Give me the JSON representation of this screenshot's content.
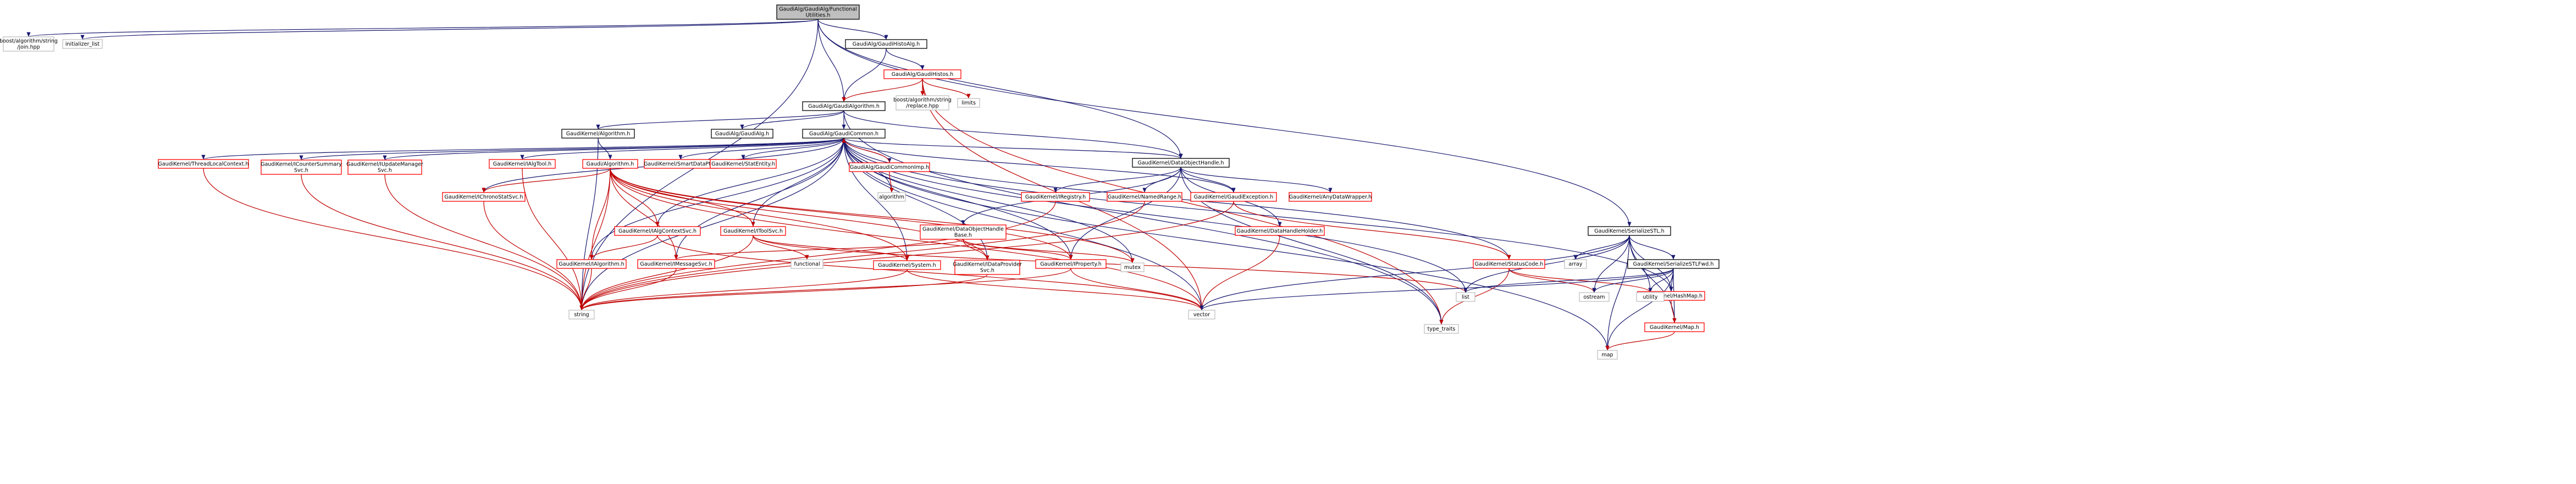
{
  "colors": {
    "background": "#ffffff",
    "root_fill": "#bfbfbf",
    "edge_default": "#191970",
    "edge_red": "#c00000",
    "edge_gray": "#888888",
    "box_black": "#000000",
    "box_red": "#ff0000",
    "box_gray": "#bfbfbf",
    "text": "#000000"
  },
  "graph": {
    "nodes": [
      {
        "id": "root",
        "lines": [
          "GaudiAlg/GaudiAlg/Functional",
          "Utilities.h"
        ],
        "style": "root"
      },
      {
        "id": "boost_json",
        "lines": [
          "boost/algorithm/string",
          "/join.hpp"
        ],
        "style": "gray"
      },
      {
        "id": "initlist",
        "lines": [
          "initializer_list"
        ],
        "style": "gray"
      },
      {
        "id": "histoalg",
        "lines": [
          "GaudiAlg/GaudiHistoAlg.h"
        ],
        "style": "black"
      },
      {
        "id": "gaudihistos",
        "lines": [
          "GaudiAlg/GaudiHistos.h"
        ],
        "style": "red"
      },
      {
        "id": "boost_replace",
        "lines": [
          "boost/algorithm/string",
          "/replace.hpp"
        ],
        "style": "gray"
      },
      {
        "id": "limits",
        "lines": [
          "limits"
        ],
        "style": "gray"
      },
      {
        "id": "gaudialgorithm",
        "lines": [
          "GaudiAlg/GaudiAlgorithm.h"
        ],
        "style": "black"
      },
      {
        "id": "gk_algorithm",
        "lines": [
          "GaudiKernel/Algorithm.h"
        ],
        "style": "black"
      },
      {
        "id": "gaudialg",
        "lines": [
          "GaudiAlg/GaudiAlg.h"
        ],
        "style": "black"
      },
      {
        "id": "gaudicommon",
        "lines": [
          "GaudiAlg/GaudiCommon.h"
        ],
        "style": "black"
      },
      {
        "id": "threadlocal",
        "lines": [
          "GaudiKernel/ThreadLocalContext.h"
        ],
        "style": "red"
      },
      {
        "id": "icountersummary",
        "lines": [
          "GaudiKernel/ICounterSummary",
          "Svc.h"
        ],
        "style": "red"
      },
      {
        "id": "iupdatemgr",
        "lines": [
          "GaudiKernel/IUpdateManager",
          "Svc.h"
        ],
        "style": "red"
      },
      {
        "id": "ialgtool",
        "lines": [
          "GaudiKernel/IAlgTool.h"
        ],
        "style": "red"
      },
      {
        "id": "gaudi_algorithm",
        "lines": [
          "Gaudi/Algorithm.h"
        ],
        "style": "red"
      },
      {
        "id": "smartdataptr",
        "lines": [
          "GaudiKernel/SmartDataPtr.h"
        ],
        "style": "red"
      },
      {
        "id": "statentity",
        "lines": [
          "GaudiKernel/StatEntity.h"
        ],
        "style": "red"
      },
      {
        "id": "commonimp",
        "lines": [
          "GaudiAlg/GaudiCommonImp.h"
        ],
        "style": "red"
      },
      {
        "id": "algorithm_std",
        "lines": [
          "algorithm"
        ],
        "style": "gray"
      },
      {
        "id": "dataobjecthandle",
        "lines": [
          "GaudiKernel/DataObjectHandle.h"
        ],
        "style": "black"
      },
      {
        "id": "ichronostat",
        "lines": [
          "GaudiKernel/IChronoStatSvc.h"
        ],
        "style": "red"
      },
      {
        "id": "ialgcontext",
        "lines": [
          "GaudiKernel/IAlgContextSvc.h"
        ],
        "style": "red"
      },
      {
        "id": "itoolsvc",
        "lines": [
          "GaudiKernel/IToolSvc.h"
        ],
        "style": "red"
      },
      {
        "id": "dohbase",
        "lines": [
          "GaudiKernel/DataObjectHandle",
          "Base.h"
        ],
        "style": "red"
      },
      {
        "id": "iregistry",
        "lines": [
          "GaudiKernel/IRegistry.h"
        ],
        "style": "red"
      },
      {
        "id": "namedrange",
        "lines": [
          "GaudiKernel/NamedRange.h"
        ],
        "style": "red"
      },
      {
        "id": "gaudiexception",
        "lines": [
          "GaudiKernel/GaudiException.h"
        ],
        "style": "red"
      },
      {
        "id": "anydatawrapper",
        "lines": [
          "GaudiKernel/AnyDataWrapper.h"
        ],
        "style": "red"
      },
      {
        "id": "datahandleholder",
        "lines": [
          "GaudiKernel/DataHandleHolder.h"
        ],
        "style": "red"
      },
      {
        "id": "ialgorithm",
        "lines": [
          "GaudiKernel/IAlgorithm.h"
        ],
        "style": "red"
      },
      {
        "id": "imessagesvc",
        "lines": [
          "GaudiKernel/IMessageSvc.h"
        ],
        "style": "red"
      },
      {
        "id": "functional",
        "lines": [
          "functional"
        ],
        "style": "gray"
      },
      {
        "id": "system",
        "lines": [
          "GaudiKernel/System.h"
        ],
        "style": "red"
      },
      {
        "id": "idataprovider",
        "lines": [
          "GaudiKernel/IDataProvider",
          "Svc.h"
        ],
        "style": "red"
      },
      {
        "id": "iproperty",
        "lines": [
          "GaudiKernel/IProperty.h"
        ],
        "style": "red"
      },
      {
        "id": "mutex",
        "lines": [
          "mutex"
        ],
        "style": "gray"
      },
      {
        "id": "statuscode",
        "lines": [
          "GaudiKernel/StatusCode.h"
        ],
        "style": "red"
      },
      {
        "id": "serializestl",
        "lines": [
          "GaudiKernel/SerializeSTL.h"
        ],
        "style": "black"
      },
      {
        "id": "array",
        "lines": [
          "array"
        ],
        "style": "gray"
      },
      {
        "id": "serializestlfwd",
        "lines": [
          "GaudiKernel/SerializeSTLFwd.h"
        ],
        "style": "black"
      },
      {
        "id": "hashmap",
        "lines": [
          "GaudiKernel/HashMap.h"
        ],
        "style": "red"
      },
      {
        "id": "gk_map",
        "lines": [
          "GaudiKernel/Map.h"
        ],
        "style": "red"
      },
      {
        "id": "string",
        "lines": [
          "string"
        ],
        "style": "gray"
      },
      {
        "id": "vector",
        "lines": [
          "vector"
        ],
        "style": "gray"
      },
      {
        "id": "type_traits",
        "lines": [
          "type_traits"
        ],
        "style": "gray"
      },
      {
        "id": "list",
        "lines": [
          "list"
        ],
        "style": "gray"
      },
      {
        "id": "ostream",
        "lines": [
          "ostream"
        ],
        "style": "gray"
      },
      {
        "id": "utility",
        "lines": [
          "utility"
        ],
        "style": "gray"
      },
      {
        "id": "map",
        "lines": [
          "map"
        ],
        "style": "gray"
      }
    ],
    "edges": [
      [
        "root",
        "boost_json"
      ],
      [
        "root",
        "initlist"
      ],
      [
        "root",
        "histoalg"
      ],
      [
        "root",
        "gaudialgorithm"
      ],
      [
        "root",
        "string"
      ],
      [
        "root",
        "dataobjecthandle"
      ],
      [
        "root",
        "serializestl"
      ],
      [
        "histoalg",
        "gaudihistos"
      ],
      [
        "histoalg",
        "gaudialgorithm"
      ],
      [
        "gaudihistos",
        "gaudialgorithm"
      ],
      [
        "gaudihistos",
        "boost_replace"
      ],
      [
        "gaudihistos",
        "limits"
      ],
      [
        "gaudihistos",
        "vector"
      ],
      [
        "gaudihistos",
        "type_traits"
      ],
      [
        "gaudialgorithm",
        "gk_algorithm"
      ],
      [
        "gaudialgorithm",
        "gaudialg"
      ],
      [
        "gaudialgorithm",
        "gaudicommon"
      ],
      [
        "gaudialgorithm",
        "dataobjecthandle"
      ],
      [
        "gaudialgorithm",
        "type_traits"
      ],
      [
        "gk_algorithm",
        "gaudi_algorithm"
      ],
      [
        "gk_algorithm",
        "string"
      ],
      [
        "gaudicommon",
        "threadlocal"
      ],
      [
        "gaudicommon",
        "icountersummary"
      ],
      [
        "gaudicommon",
        "iupdatemgr"
      ],
      [
        "gaudicommon",
        "ialgtool"
      ],
      [
        "gaudicommon",
        "smartdataptr"
      ],
      [
        "gaudicommon",
        "statentity"
      ],
      [
        "gaudicommon",
        "commonimp"
      ],
      [
        "gaudicommon",
        "algorithm_std"
      ],
      [
        "gaudicommon",
        "ichronostat"
      ],
      [
        "gaudicommon",
        "ialgcontext"
      ],
      [
        "gaudicommon",
        "itoolsvc"
      ],
      [
        "gaudicommon",
        "ialgorithm"
      ],
      [
        "gaudicommon",
        "imessagesvc"
      ],
      [
        "gaudicommon",
        "idataprovider"
      ],
      [
        "gaudicommon",
        "system"
      ],
      [
        "gaudicommon",
        "gaudiexception"
      ],
      [
        "gaudicommon",
        "statuscode"
      ],
      [
        "gaudicommon",
        "string"
      ],
      [
        "gaudicommon",
        "vector"
      ],
      [
        "gaudicommon",
        "map"
      ],
      [
        "gaudicommon",
        "list"
      ],
      [
        "gaudicommon",
        "mutex"
      ],
      [
        "gaudicommon",
        "hashmap"
      ],
      [
        "gaudicommon",
        "iproperty"
      ],
      [
        "gaudicommon",
        "dataobjecthandle"
      ],
      [
        "commonimp",
        "gaudicommon"
      ],
      [
        "commonimp",
        "algorithm_std"
      ],
      [
        "threadlocal",
        "string"
      ],
      [
        "icountersummary",
        "string"
      ],
      [
        "iupdatemgr",
        "string"
      ],
      [
        "ialgtool",
        "string"
      ],
      [
        "gaudi_algorithm",
        "ichronostat"
      ],
      [
        "gaudi_algorithm",
        "ialgcontext"
      ],
      [
        "gaudi_algorithm",
        "itoolsvc"
      ],
      [
        "gaudi_algorithm",
        "ialgorithm"
      ],
      [
        "gaudi_algorithm",
        "imessagesvc"
      ],
      [
        "gaudi_algorithm",
        "system"
      ],
      [
        "gaudi_algorithm",
        "idataprovider"
      ],
      [
        "gaudi_algorithm",
        "iproperty"
      ],
      [
        "gaudi_algorithm",
        "string"
      ],
      [
        "gaudi_algorithm",
        "vector"
      ],
      [
        "gaudi_algorithm",
        "mutex"
      ],
      [
        "ichronostat",
        "string"
      ],
      [
        "ialgcontext",
        "ialgorithm"
      ],
      [
        "ialgcontext",
        "vector"
      ],
      [
        "itoolsvc",
        "functional"
      ],
      [
        "itoolsvc",
        "system"
      ],
      [
        "itoolsvc",
        "string"
      ],
      [
        "itoolsvc",
        "list"
      ],
      [
        "dataobjecthandle",
        "dohbase"
      ],
      [
        "dataobjecthandle",
        "iregistry"
      ],
      [
        "dataobjecthandle",
        "namedrange"
      ],
      [
        "dataobjecthandle",
        "gaudiexception"
      ],
      [
        "dataobjecthandle",
        "anydatawrapper"
      ],
      [
        "dataobjecthandle",
        "datahandleholder"
      ],
      [
        "dataobjecthandle",
        "type_traits"
      ],
      [
        "dataobjecthandle",
        "iproperty"
      ],
      [
        "dohbase",
        "idataprovider"
      ],
      [
        "dohbase",
        "imessagesvc"
      ],
      [
        "dohbase",
        "iproperty"
      ],
      [
        "dohbase",
        "mutex"
      ],
      [
        "iregistry",
        "string"
      ],
      [
        "namedrange",
        "string"
      ],
      [
        "gaudiexception",
        "string"
      ],
      [
        "gaudiexception",
        "statuscode"
      ],
      [
        "datahandleholder",
        "vector"
      ],
      [
        "ialgorithm",
        "string"
      ],
      [
        "imessagesvc",
        "string"
      ],
      [
        "system",
        "string"
      ],
      [
        "system",
        "vector"
      ],
      [
        "idataprovider",
        "string"
      ],
      [
        "iproperty",
        "string"
      ],
      [
        "iproperty",
        "vector"
      ],
      [
        "statuscode",
        "type_traits"
      ],
      [
        "statuscode",
        "ostream"
      ],
      [
        "statuscode",
        "utility"
      ],
      [
        "serializestl",
        "array"
      ],
      [
        "serializestl",
        "serializestlfwd"
      ],
      [
        "serializestl",
        "hashmap"
      ],
      [
        "serializestl",
        "gk_map"
      ],
      [
        "serializestl",
        "list"
      ],
      [
        "serializestl",
        "map"
      ],
      [
        "serializestl",
        "ostream"
      ],
      [
        "serializestl",
        "utility"
      ],
      [
        "serializestl",
        "vector"
      ],
      [
        "serializestlfwd",
        "hashmap"
      ],
      [
        "serializestlfwd",
        "gk_map"
      ],
      [
        "serializestlfwd",
        "list"
      ],
      [
        "serializestlfwd",
        "map"
      ],
      [
        "serializestlfwd",
        "ostream"
      ],
      [
        "serializestlfwd",
        "utility"
      ],
      [
        "serializestlfwd",
        "vector"
      ],
      [
        "hashmap",
        "gk_map"
      ],
      [
        "gk_map",
        "map"
      ]
    ]
  }
}
